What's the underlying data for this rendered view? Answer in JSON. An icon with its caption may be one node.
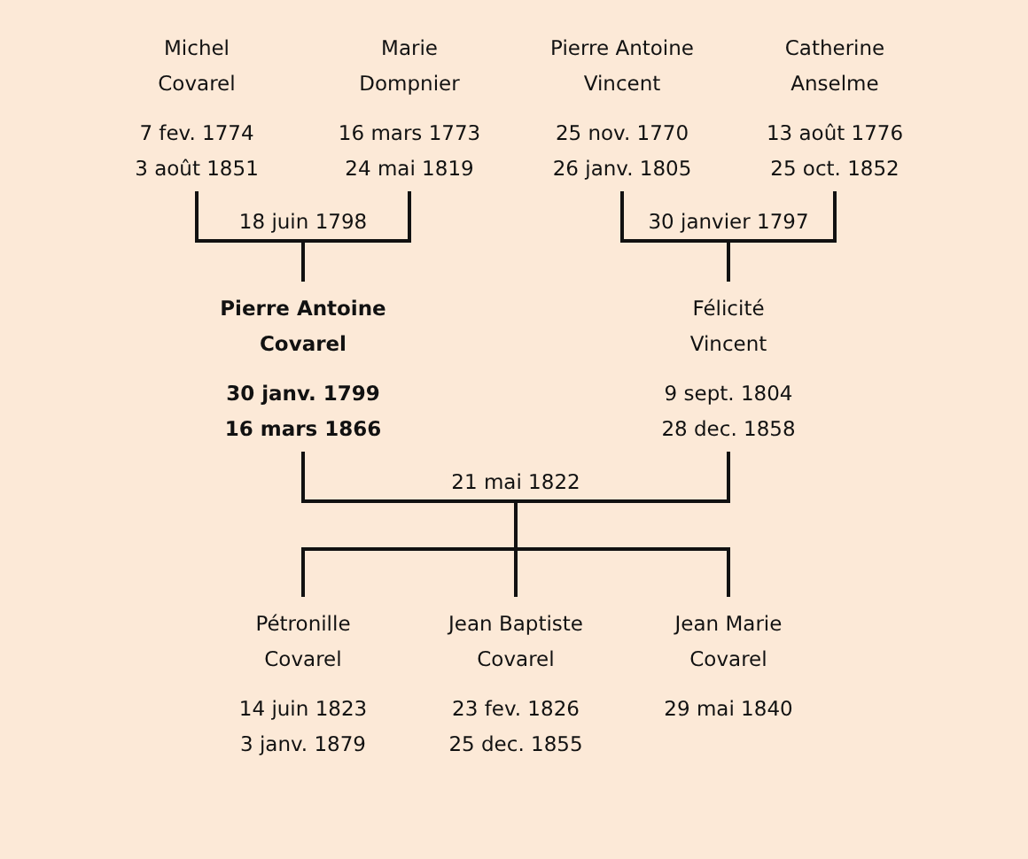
{
  "diagram": {
    "nodes": [
      {
        "text": [
          "Michel Covarel",
          "7 fev. 1774",
          "3 août 1851"
        ]
      },
      {
        "text": [
          "Marie Dompnier",
          "16 mars 1773",
          "24 mai 1819"
        ]
      },
      {
        "text": [
          "Pierre Antoine Vincent",
          "25 nov. 1770",
          "26 janv. 1805"
        ]
      },
      {
        "text": [
          "Catherine Anselme",
          "13 août 1776",
          "25 oct. 1852"
        ]
      },
      {
        "text": [
          "Pierre Antoine Covarel",
          "30 janv. 1799",
          "16 mars 1866"
        ]
      },
      {
        "text": [
          "Félicité Vincent",
          "9 sept. 1804",
          "28 dec. 1858"
        ]
      },
      {
        "text": [
          "Pétronille Covarel",
          "14 juin 1823",
          "3 janv. 1879"
        ]
      },
      {
        "text": [
          "Jean Baptiste Covarel",
          "23 fev. 1826",
          "25 dec. 1855"
        ]
      },
      {
        "text": [
          "Jean Marie Covarel",
          "29 mai 1840"
        ]
      }
    ],
    "edges": [
      {
        "from": 0,
        "to": 4,
        "arrow": "none",
        "label": "18 juin 1798"
      },
      {
        "from": 1,
        "to": 4,
        "arrow": "none"
      },
      {
        "from": 2,
        "to": 5,
        "arrow": "none",
        "label": "30 janvier 1797"
      },
      {
        "from": 3,
        "to": 5,
        "arrow": "none"
      },
      {
        "from": 4,
        "to": 6,
        "arrow": "none",
        "label": "21 mai 1822"
      },
      {
        "from": 4,
        "to": 7,
        "arrow": "none"
      },
      {
        "from": 4,
        "to": 8,
        "arrow": "none"
      },
      {
        "from": 5,
        "to": 6,
        "arrow": "none"
      },
      {
        "from": 5,
        "to": 7,
        "arrow": "none"
      },
      {
        "from": 5,
        "to": 8,
        "arrow": "none"
      }
    ]
  }
}
